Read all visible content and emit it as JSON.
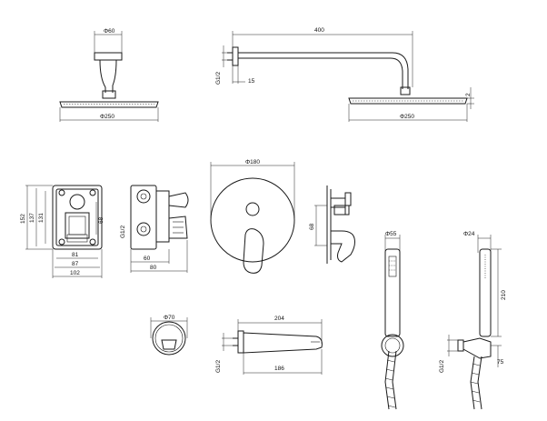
{
  "labels": {
    "head_dia": "Φ60",
    "plate_dia_top": "Φ250",
    "arm_length": "400",
    "arm_thread": "G1/2",
    "arm_offset": "15",
    "plate_dia_side": "Φ250",
    "plate_thick": "2",
    "box_h_outer": "152",
    "box_h_mid": "137",
    "box_h_inner": "131",
    "box_inner_dim": "68",
    "box_w_inner": "81",
    "box_w_mid": "87",
    "box_w_outer": "102",
    "valve_thread": "G1/2",
    "valve_depth_60": "60",
    "valve_depth_80": "80",
    "cover_dia": "Φ180",
    "handle_h": "68",
    "spout_dia": "Φ70",
    "spout_len": "204",
    "spout_thread": "G1/2",
    "spout_wall": "186",
    "hand_dia_1": "Φ55",
    "hand_dia_2": "Φ24",
    "hand_len": "210",
    "holder_h": "75",
    "holder_thread": "G1/2"
  }
}
